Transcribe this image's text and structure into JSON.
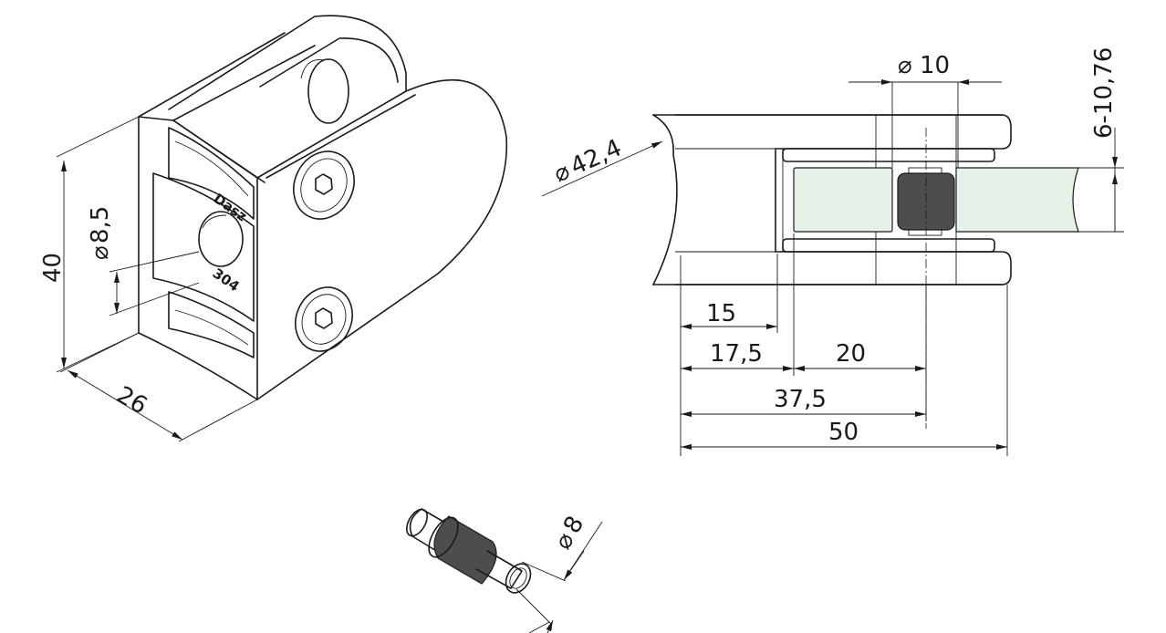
{
  "dimensions": {
    "iso_height": "40",
    "iso_bore": "8,5",
    "iso_depth": "26",
    "side_tube": "42,4",
    "side_pin": "10",
    "side_glass": "6-10,76",
    "side_15": "15",
    "side_17_5": "17,5",
    "side_20": "20",
    "side_37_5": "37,5",
    "side_50": "50",
    "pin_dia": "8"
  },
  "stamps": {
    "material": "304",
    "brand": "Dasz"
  },
  "symbols": {
    "diameter": "⌀"
  },
  "colors": {
    "glass": "#e6f2e8",
    "pin_rubber": "#4d4d4d",
    "line": "#1a1a1a"
  }
}
